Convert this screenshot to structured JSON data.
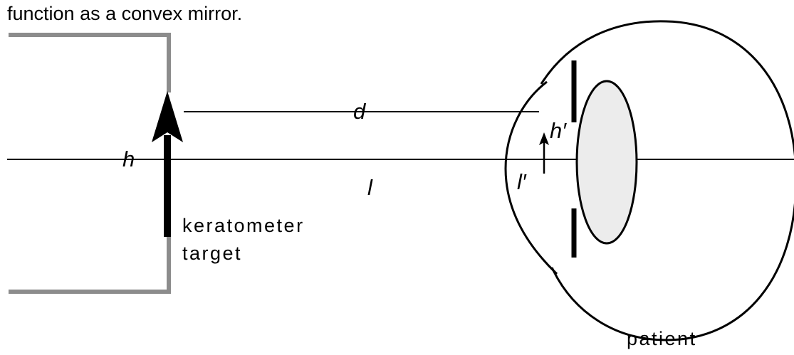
{
  "caption": "function as a convex mirror.",
  "labels": {
    "d": "d",
    "h": "h",
    "l": "l",
    "h_prime": "h′",
    "l_prime": "l′"
  },
  "target_label_line1": "keratometer",
  "target_label_line2": "target",
  "eye_label": "patient",
  "colors": {
    "frame": "#8c8c8c",
    "lens_fill": "#ececec",
    "line": "#000000"
  }
}
